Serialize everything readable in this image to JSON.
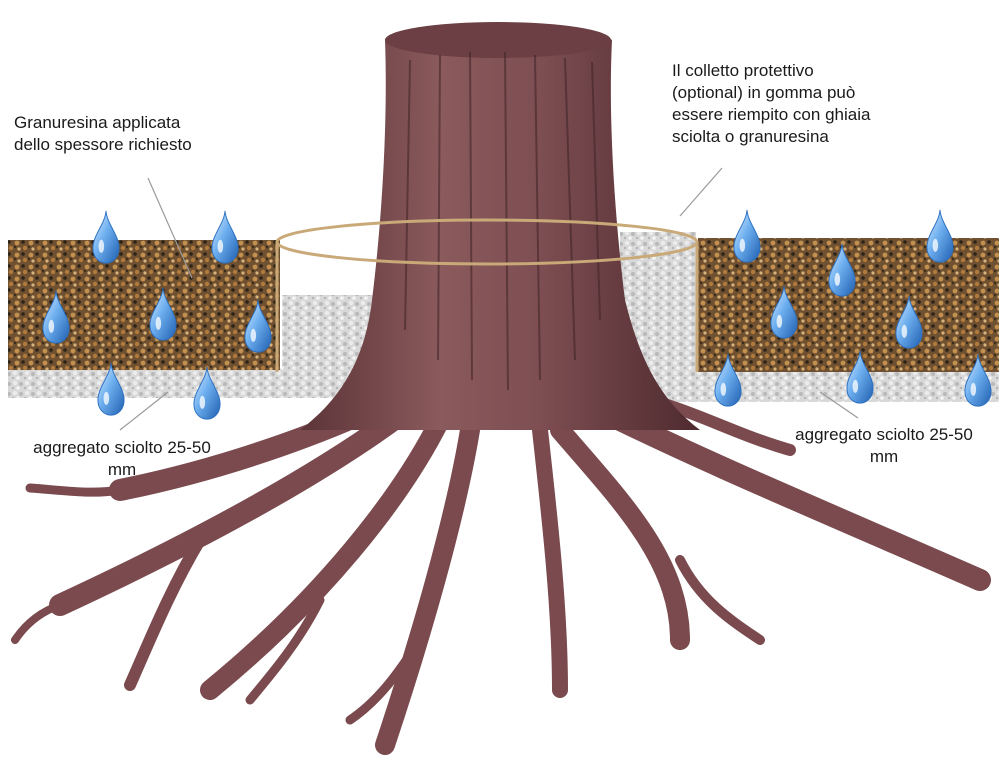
{
  "labels": {
    "resin_layer": [
      "Granuresina applicata",
      "dello spessore richiesto"
    ],
    "protective_collar": [
      "Il colletto protettivo",
      "(optional) in gomma  può",
      "essere riempito con ghiaia",
      "sciolta o granuresina"
    ],
    "loose_aggregate_left": [
      "aggregato sciolto 25-50",
      "mm"
    ],
    "loose_aggregate_right": [
      "aggregato sciolto 25-50",
      "mm"
    ]
  },
  "icons": {
    "drop": "water-drop-icon",
    "trunk": "tree-trunk",
    "roots": "tree-roots"
  },
  "colors": {
    "resin": "#7a5a33",
    "gravel": "#cfcfcf",
    "bark": "#7a4a4e",
    "drop": "#3f86d6",
    "collar": "#c9a978"
  }
}
